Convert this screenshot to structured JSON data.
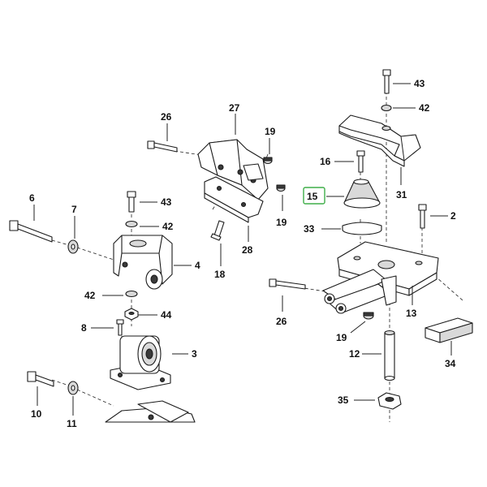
{
  "colors": {
    "highlight": "#3fae49",
    "line": "#222222"
  },
  "callouts": [
    {
      "id": "43a",
      "text": "43"
    },
    {
      "id": "42a",
      "text": "42"
    },
    {
      "id": "26a",
      "text": "26"
    },
    {
      "id": "27",
      "text": "27"
    },
    {
      "id": "19a",
      "text": "19"
    },
    {
      "id": "16",
      "text": "16"
    },
    {
      "id": "15",
      "text": "15",
      "highlighted": true
    },
    {
      "id": "31",
      "text": "31"
    },
    {
      "id": "6",
      "text": "6"
    },
    {
      "id": "7",
      "text": "7"
    },
    {
      "id": "43b",
      "text": "43"
    },
    {
      "id": "19b",
      "text": "19"
    },
    {
      "id": "2",
      "text": "2"
    },
    {
      "id": "33",
      "text": "33"
    },
    {
      "id": "42b",
      "text": "42"
    },
    {
      "id": "28",
      "text": "28"
    },
    {
      "id": "4",
      "text": "4"
    },
    {
      "id": "18",
      "text": "18"
    },
    {
      "id": "42c",
      "text": "42"
    },
    {
      "id": "26b",
      "text": "26"
    },
    {
      "id": "13",
      "text": "13"
    },
    {
      "id": "44",
      "text": "44"
    },
    {
      "id": "8",
      "text": "8"
    },
    {
      "id": "19c",
      "text": "19"
    },
    {
      "id": "34",
      "text": "34"
    },
    {
      "id": "3",
      "text": "3"
    },
    {
      "id": "12",
      "text": "12"
    },
    {
      "id": "35",
      "text": "35"
    },
    {
      "id": "10",
      "text": "10"
    },
    {
      "id": "11",
      "text": "11"
    }
  ]
}
